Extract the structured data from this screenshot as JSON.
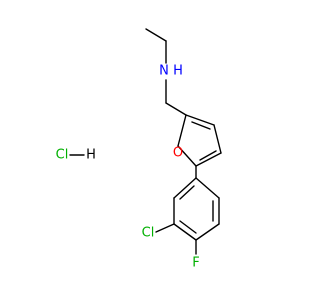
{
  "molecule": {
    "atoms": {
      "amine": {
        "label": "N",
        "hydrogen": "H"
      },
      "furan_oxygen": {
        "label": "O"
      },
      "chlorine": {
        "label": "Cl"
      },
      "fluorine": {
        "label": "F"
      }
    },
    "salt": {
      "left": "Cl",
      "right": "H"
    }
  },
  "colors": {
    "N": "#0000ff",
    "O": "#ff0000",
    "Cl": "#00b000",
    "F": "#00b000",
    "bond": "#000000"
  }
}
